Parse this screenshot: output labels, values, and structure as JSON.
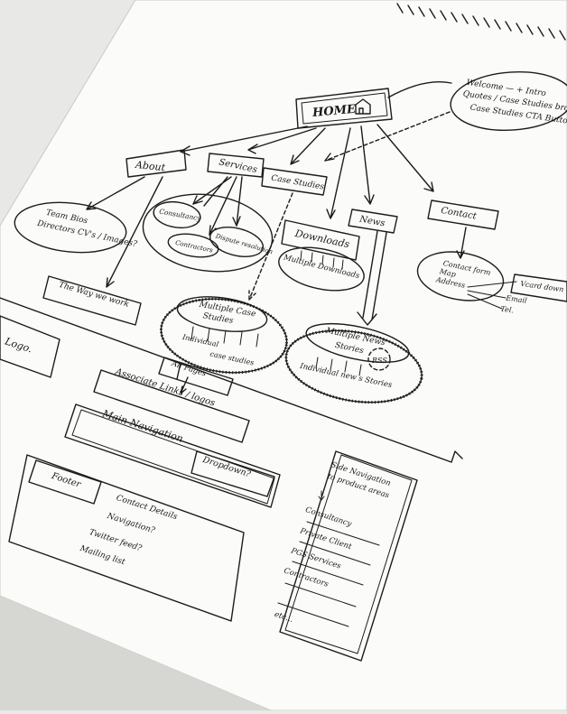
{
  "home": {
    "label": "HOME"
  },
  "welcome_note": {
    "lines": [
      "Welcome — + Intro",
      "Quotes / Case Studies browse",
      "Case Studies CTA Button"
    ]
  },
  "about": {
    "label": "About",
    "team": [
      "Team Bios",
      "Directors CV's / Images?"
    ],
    "way_we_work": "The Way we work"
  },
  "services": {
    "label": "Services",
    "items": [
      "Consultancy",
      "Dispute resolution",
      "Contractors"
    ]
  },
  "case_studies": {
    "label": "Case Studies",
    "multiple": [
      "Multiple Case",
      "Studies"
    ],
    "individual": [
      "Individual",
      "case studies"
    ]
  },
  "downloads": {
    "label": "Downloads",
    "multiple": "Multiple Downloads"
  },
  "news": {
    "label": "News",
    "multiple": [
      "Multiple News",
      "Stories"
    ],
    "rss": "RSS",
    "individual": "Individual new s Stories"
  },
  "contact": {
    "label": "Contact",
    "form": [
      "Contact form",
      "Map",
      "Address"
    ],
    "extras": [
      "Vcard down",
      "Email",
      "Tel."
    ]
  },
  "wireframe": {
    "logo": "Logo.",
    "all_pages": "All Pages",
    "associate": "Associate Links / logos",
    "main_nav": "Main Navigation",
    "dropdown": "Dropdown?",
    "footer_label": "Footer",
    "footer_items": [
      "Contact Details",
      "Navigation?",
      "Twitter feed?",
      "Mailing list"
    ],
    "side_nav_title": [
      "Side Navigation",
      "to product areas"
    ],
    "side_nav_items": [
      "Consultancy",
      "Private Client",
      "PGS Services",
      "Contractors",
      "etc..."
    ]
  }
}
